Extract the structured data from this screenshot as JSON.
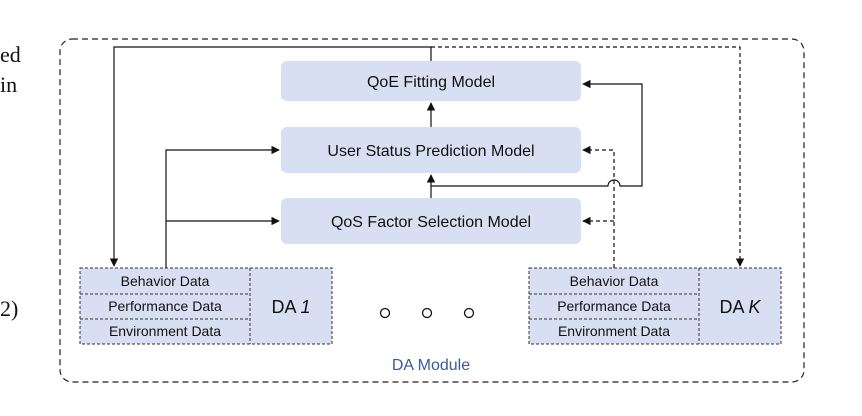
{
  "margin_text": {
    "line1": "ed",
    "line2": "in",
    "line3": "2)"
  },
  "models": {
    "qoe": "QoE Fitting Model",
    "user_status": "User Status Prediction Model",
    "qos": "QoS Factor Selection Model"
  },
  "da_left": {
    "rows": [
      "Behavior Data",
      "Performance Data",
      "Environment Data"
    ],
    "label_prefix": "DA ",
    "label_index": "1"
  },
  "da_right": {
    "rows": [
      "Behavior Data",
      "Performance Data",
      "Environment Data"
    ],
    "label_prefix": "DA ",
    "label_index": "K"
  },
  "module_label": "DA Module",
  "colors": {
    "model_fill": "#d9dff2",
    "data_fill": "#d9dff2",
    "module_text": "#3b5a9a"
  }
}
